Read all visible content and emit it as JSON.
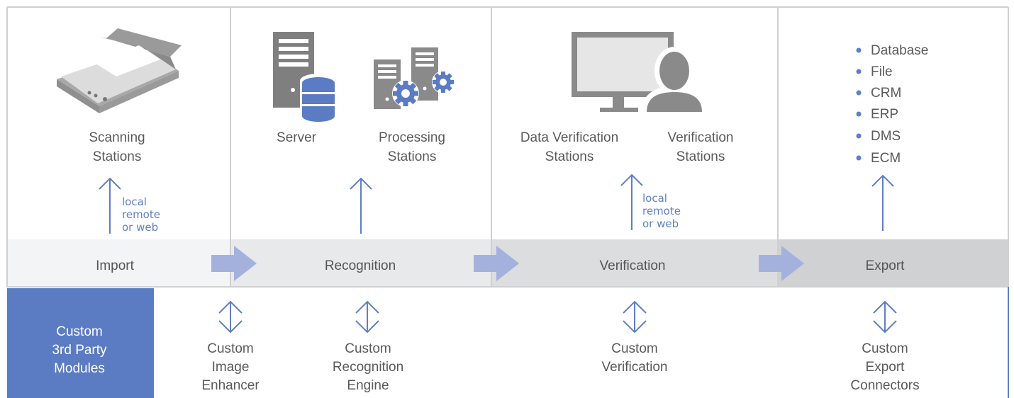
{
  "stages": [
    {
      "label": "Import",
      "items": [
        {
          "label_lines": [
            "Scanning",
            "Stations"
          ],
          "icon": "scanner-icon"
        }
      ],
      "note_lines": [
        "local",
        "remote",
        "or web"
      ]
    },
    {
      "label": "Recognition",
      "items": [
        {
          "label_lines": [
            "Server"
          ],
          "icon": "server-database-icon"
        },
        {
          "label_lines": [
            "Processing",
            "Stations"
          ],
          "icon": "processing-servers-gear-icon"
        }
      ]
    },
    {
      "label": "Verification",
      "items": [
        {
          "label_lines": [
            "Data Verification",
            "Stations"
          ],
          "icon": "monitor-icon"
        },
        {
          "label_lines": [
            "Verification",
            "Stations"
          ],
          "icon": "user-icon"
        }
      ],
      "note_lines": [
        "local",
        "remote",
        "or web"
      ]
    },
    {
      "label": "Export",
      "targets": [
        "Database",
        "File",
        "CRM",
        "ERP",
        "DMS",
        "ECM"
      ]
    }
  ],
  "custom_box_lines": [
    "Custom",
    "3rd Party",
    "Modules"
  ],
  "custom_modules": [
    {
      "lines": [
        "Custom",
        "Image",
        "Enhancer"
      ]
    },
    {
      "lines": [
        "Custom",
        "Recognition",
        "Engine"
      ]
    },
    {
      "lines": [
        "Custom",
        "Verification"
      ]
    },
    {
      "lines": [
        "Custom",
        "Export",
        "Connectors"
      ]
    }
  ],
  "colors": {
    "accent": "#5f7fc4",
    "arrow_fill": "#a3b1dc",
    "box_fill": "#5b7cc2",
    "icon_gray": "#8a8a8a",
    "border": "#d0d0d0"
  }
}
